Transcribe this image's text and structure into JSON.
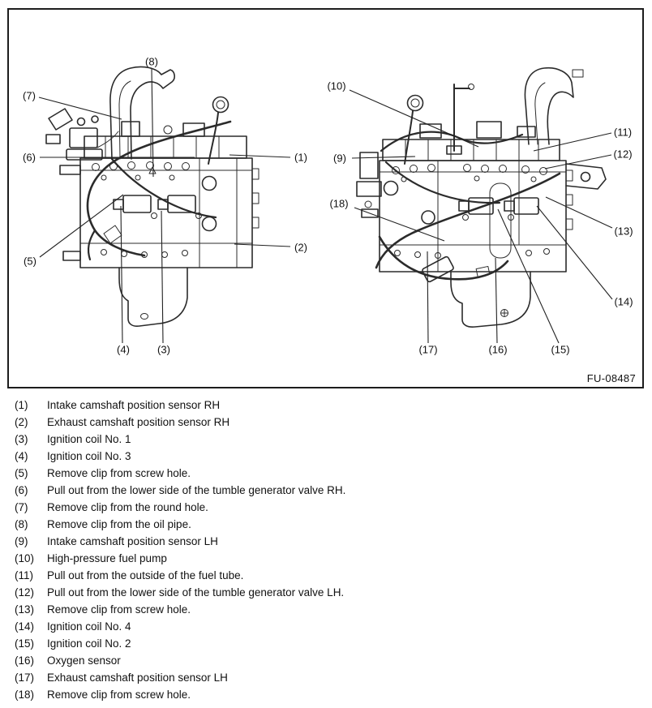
{
  "figure": {
    "code": "FU-08487",
    "callouts": {
      "c1": "(1)",
      "c2": "(2)",
      "c3": "(3)",
      "c4": "(4)",
      "c5": "(5)",
      "c6": "(6)",
      "c7": "(7)",
      "c8": "(8)",
      "c9": "(9)",
      "c10": "(10)",
      "c11": "(11)",
      "c12": "(12)",
      "c13": "(13)",
      "c14": "(14)",
      "c15": "(15)",
      "c16": "(16)",
      "c17": "(17)",
      "c18": "(18)"
    }
  },
  "legend": {
    "items": [
      {
        "num": "(1)",
        "text": "Intake camshaft position sensor RH"
      },
      {
        "num": "(2)",
        "text": "Exhaust camshaft position sensor RH"
      },
      {
        "num": "(3)",
        "text": "Ignition coil No. 1"
      },
      {
        "num": "(4)",
        "text": "Ignition coil No. 3"
      },
      {
        "num": "(5)",
        "text": "Remove clip from screw hole."
      },
      {
        "num": "(6)",
        "text": "Pull out from the lower side of the tumble generator valve RH."
      },
      {
        "num": "(7)",
        "text": "Remove clip from the round hole."
      },
      {
        "num": "(8)",
        "text": "Remove clip from the oil pipe."
      },
      {
        "num": "(9)",
        "text": "Intake camshaft position sensor LH"
      },
      {
        "num": "(10)",
        "text": "High-pressure fuel pump"
      },
      {
        "num": "(11)",
        "text": "Pull out from the outside of the fuel tube."
      },
      {
        "num": "(12)",
        "text": "Pull out from the lower side of the tumble generator valve LH."
      },
      {
        "num": "(13)",
        "text": "Remove clip from screw hole."
      },
      {
        "num": "(14)",
        "text": "Ignition coil No. 4"
      },
      {
        "num": "(15)",
        "text": "Ignition coil No. 2"
      },
      {
        "num": "(16)",
        "text": "Oxygen sensor"
      },
      {
        "num": "(17)",
        "text": "Exhaust camshaft position sensor LH"
      },
      {
        "num": "(18)",
        "text": "Remove clip from screw hole."
      }
    ]
  }
}
